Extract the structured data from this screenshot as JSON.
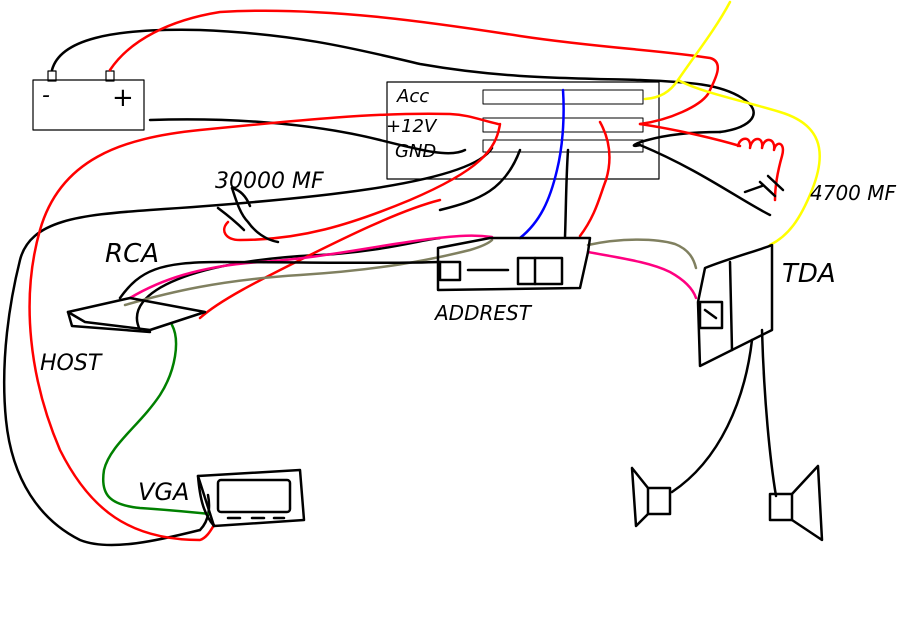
{
  "labels": {
    "battery_minus": "-",
    "battery_plus": "+",
    "acc": "Acc",
    "v12": "+12V",
    "gnd": "GND",
    "capacitor_big": "30000 MF",
    "capacitor_small": "4700 MF",
    "rca": "RCA",
    "host": "HOST",
    "adapter": "ADDREST",
    "tda": "TDA",
    "vga": "VGA"
  },
  "wire_colors": {
    "power": "#ff0000",
    "ground": "#000000",
    "acc": "#ffff00",
    "blue": "#0000ff",
    "vga": "#008000",
    "audio_pink": "#ff0080",
    "audio_olive": "#808060"
  }
}
